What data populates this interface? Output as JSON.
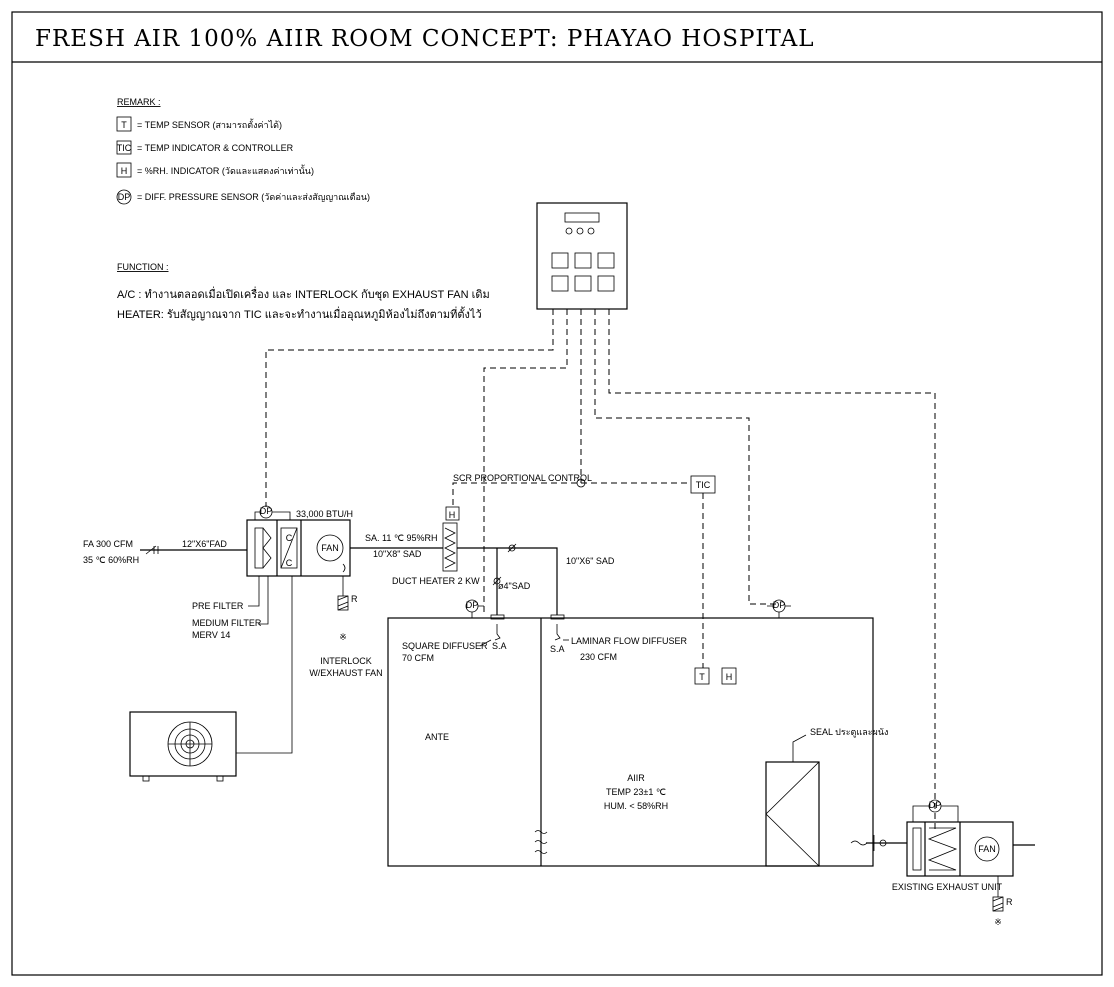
{
  "title": "FRESH AIR 100% AIIR ROOM CONCEPT: PHAYAO HOSPITAL",
  "remark": {
    "heading": "REMARK :",
    "items": [
      {
        "symbol": "T",
        "text": "= TEMP SENSOR (สามารถตั้งค่าได้)"
      },
      {
        "symbol": "TIC",
        "text": "= TEMP INDICATOR & CONTROLLER"
      },
      {
        "symbol": "H",
        "text": "= %RH. INDICATOR (วัดและแสดงค่าเท่านั้น)"
      },
      {
        "symbol": "DP",
        "text": "= DIFF. PRESSURE SENSOR (วัดค่าและส่งสัญญาณเตือน)"
      }
    ]
  },
  "function": {
    "heading": "FUNCTION :",
    "ac": "A/C :  ทำงานตลอดเมื่อเปิดเครื่อง และ INTERLOCK กับชุด EXHAUST FAN เดิม",
    "heater": "HEATER: รับสัญญาณจาก TIC และจะทำงานเมื่ออุณหภูมิห้องไม่ถึงตามที่ตั้งไว้"
  },
  "labels": {
    "fa_cfm": "FA 300 CFM",
    "fa_cond": "35 ℃ 60%RH",
    "fad": "12\"X6\"FAD",
    "btu": "33,000 BTU/H",
    "sa": "SA. 11 ℃ 95%RH",
    "sad1": "10\"X8\" SAD",
    "sad2": "10\"X6\" SAD",
    "sad3": "ø4\"SAD",
    "duct_heater": "DUCT HEATER 2 KW",
    "scr": "SCR PROPORTIONAL CONTROL",
    "tic": "TIC",
    "h": "H",
    "t": "T",
    "dp": "DP",
    "fan": "FAN",
    "c": "C",
    "r": "R",
    "pre_filter": "PRE FILTER",
    "medium_filter_1": "MEDIUM FILTER",
    "medium_filter_2": "MERV 14",
    "interlock_1": "INTERLOCK",
    "interlock_2": "W/EXHAUST FAN",
    "square_1": "SQUARE DIFFUSER",
    "square_2": "70 CFM",
    "laminar_1": "LAMINAR FLOW DIFFUSER",
    "laminar_2": "230 CFM",
    "sa_short": "S.A",
    "ante": "ANTE",
    "aiir": "AIIR",
    "temp": "TEMP 23±1 ℃",
    "hum": "HUM. < 58%RH",
    "seal": "SEAL ประตูและผนัง",
    "existing": "EXISTING EXHAUST UNIT",
    "asterisk": "※"
  }
}
